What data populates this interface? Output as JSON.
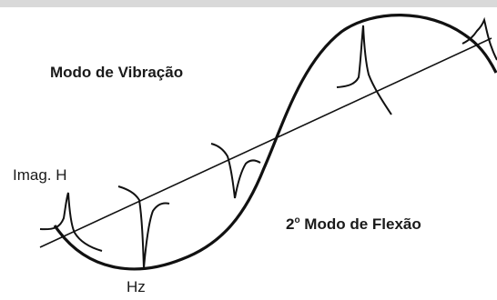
{
  "labels": {
    "mode_title": "Modo de Vibração",
    "imag_axis": "Imag. H",
    "freq_axis": "Hz",
    "flex_number": "2",
    "flex_ordinal": "o",
    "flex_text": " Modo de Flexão"
  },
  "colors": {
    "line": "#111111",
    "text": "#1a1a1a",
    "top_rule": "#d9d9d9",
    "background": "#ffffff"
  }
}
